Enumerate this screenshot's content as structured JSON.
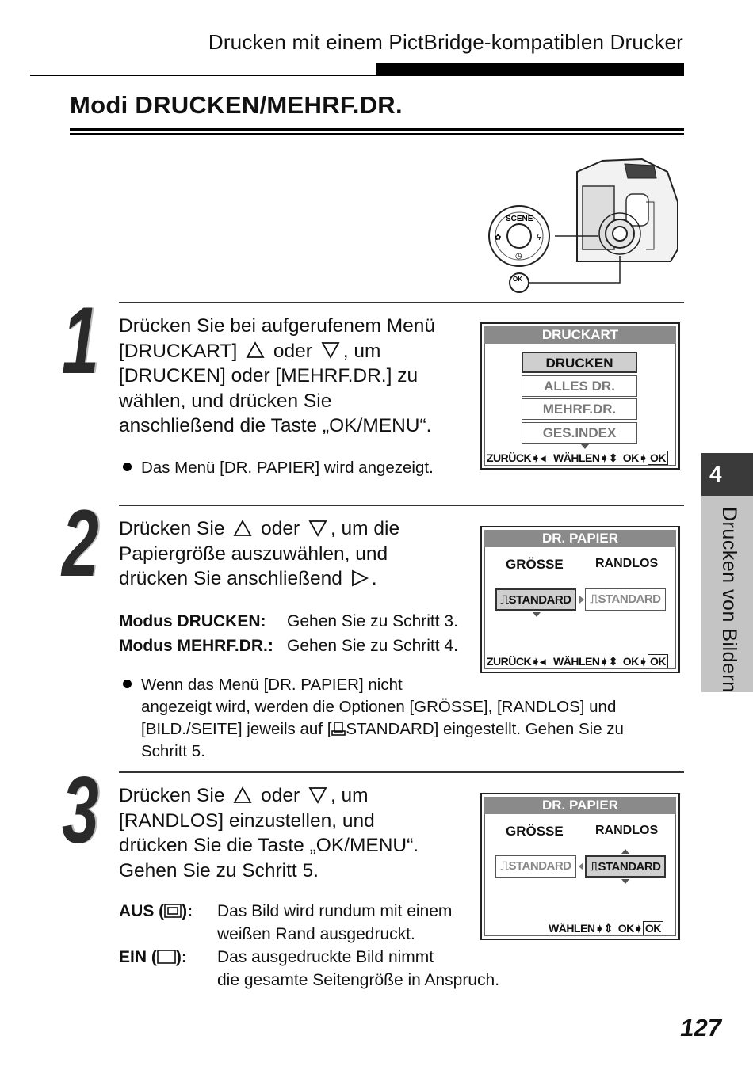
{
  "header": {
    "title": "Drucken mit einem PictBridge-kompatiblen Drucker"
  },
  "section": {
    "title": "Modi DRUCKEN/MEHRF.DR."
  },
  "camera": {
    "dial_label": "SCENE",
    "ok_label": "OK"
  },
  "steps": [
    {
      "number": "1",
      "lines": [
        "Drücken Sie bei aufgerufenem Menü",
        "[DRUCKART]",
        "oder",
        ", um",
        "[DRUCKEN] oder [MEHRF.DR.] zu",
        "wählen, und drücken Sie",
        "anschließend die Taste „OK/MENU“."
      ],
      "bullet": "Das Menü [DR. PAPIER] wird angezeigt.",
      "screen": {
        "title": "DRUCKART",
        "items": [
          "DRUCKEN",
          "ALLES DR.",
          "MEHRF.DR.",
          "GES.INDEX"
        ],
        "selected": 0,
        "footer_back": "ZURÜCK",
        "footer_select": "WÄHLEN",
        "footer_ok": "OK",
        "footer_okbox": "OK"
      }
    },
    {
      "number": "2",
      "lines": [
        "Drücken Sie",
        "oder",
        ", um die",
        "Papiergröße auszuwählen, und",
        "drücken Sie anschließend",
        "."
      ],
      "modes": [
        {
          "label": "Modus DRUCKEN:",
          "text": "Gehen Sie zu Schritt 3."
        },
        {
          "label": "Modus MEHRF.DR.:",
          "text": "Gehen Sie zu Schritt 4."
        }
      ],
      "bullet": [
        "Wenn das Menü [DR. PAPIER] nicht",
        "angezeigt wird, werden die Optionen [GRÖSSE], [RANDLOS] und",
        "[BILD./SEITE] jeweils auf [",
        "STANDARD] eingestellt. Gehen Sie zu",
        "Schritt 5."
      ],
      "screen": {
        "title": "DR. PAPIER",
        "col1": "GRÖSSE",
        "col2": "RANDLOS",
        "opt1": "STANDARD",
        "opt2": "STANDARD",
        "footer_back": "ZURÜCK",
        "footer_select": "WÄHLEN",
        "footer_ok": "OK",
        "footer_okbox": "OK"
      }
    },
    {
      "number": "3",
      "lines": [
        "Drücken Sie",
        "oder",
        ", um",
        "[RANDLOS] einzustellen, und",
        "drücken Sie die Taste „OK/MENU“.",
        "Gehen Sie zu Schritt 5."
      ],
      "options": [
        {
          "label": "AUS (",
          "label_end": "):",
          "text1": "Das Bild wird rundum mit einem",
          "text2": "weißen Rand ausgedruckt."
        },
        {
          "label": "EIN (",
          "label_end": "):",
          "text1": "Das ausgedruckte Bild nimmt",
          "text2": "die gesamte Seitengröße in Anspruch."
        }
      ],
      "screen": {
        "title": "DR. PAPIER",
        "col1": "GRÖSSE",
        "col2": "RANDLOS",
        "opt1": "STANDARD",
        "opt2": "STANDARD",
        "footer_select": "WÄHLEN",
        "footer_ok": "OK",
        "footer_okbox": "OK"
      }
    }
  ],
  "side_tab": {
    "number": "4",
    "text": "Drucken von Bildern"
  },
  "page_number": "127"
}
